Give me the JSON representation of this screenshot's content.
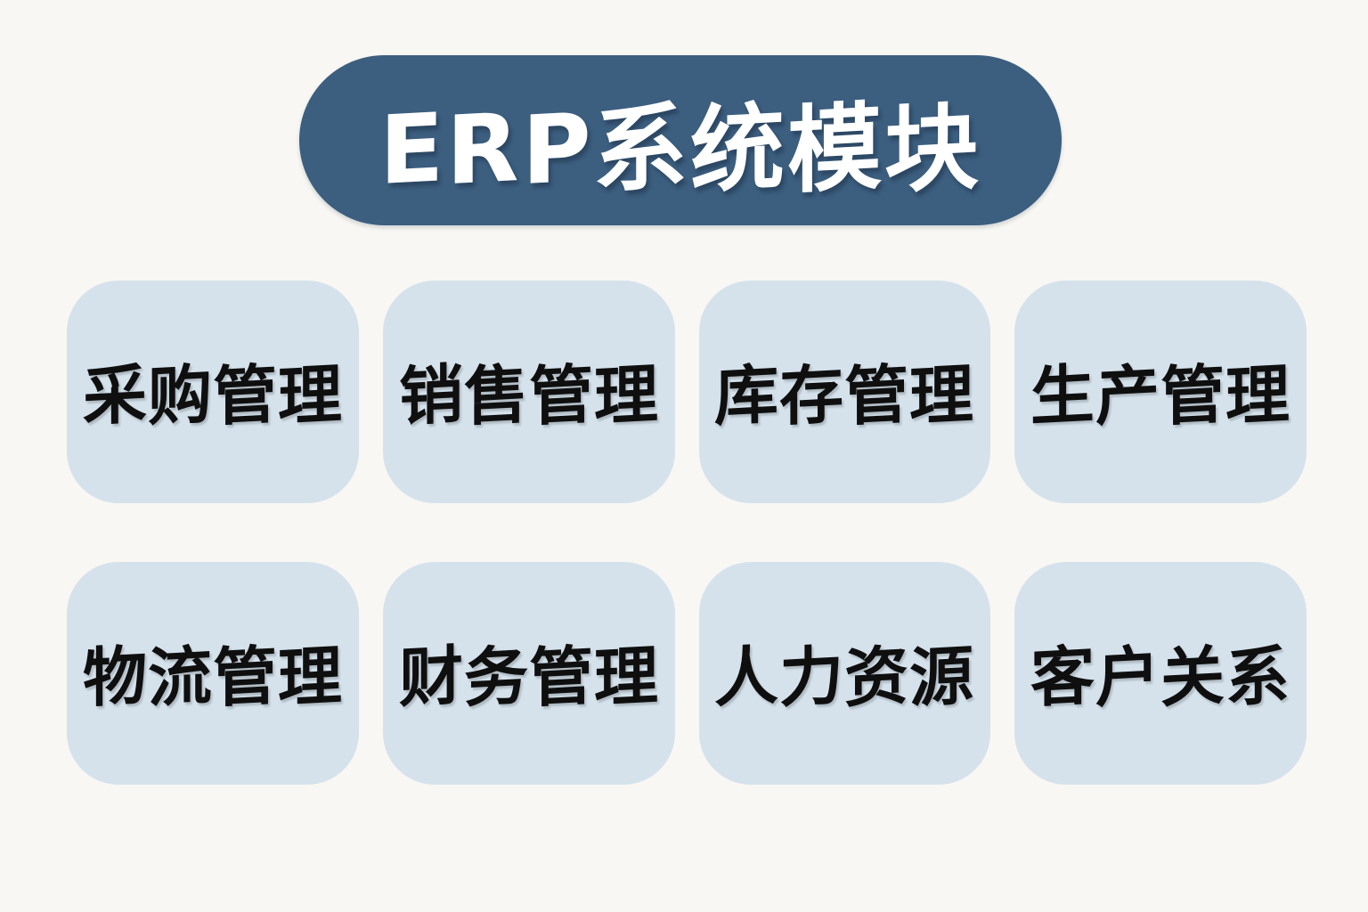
{
  "page": {
    "background_color": "#f8f7f3"
  },
  "header": {
    "title": "ERP系统模块",
    "pill_color": "#3c5e7f",
    "text_color": "#ffffff"
  },
  "modules": {
    "box_color": "#d5e2ec",
    "text_color": "#0f0f0f",
    "items": [
      {
        "label": "采购管理"
      },
      {
        "label": "销售管理"
      },
      {
        "label": "库存管理"
      },
      {
        "label": "生产管理"
      },
      {
        "label": "物流管理"
      },
      {
        "label": "财务管理"
      },
      {
        "label": "人力资源"
      },
      {
        "label": "客户关系"
      }
    ]
  }
}
